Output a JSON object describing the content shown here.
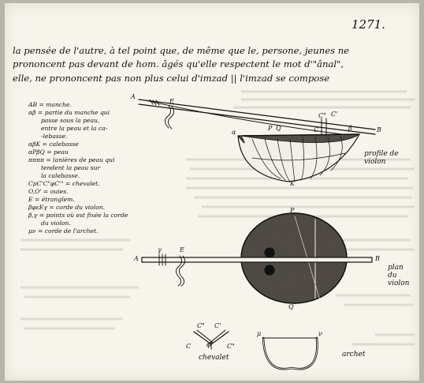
{
  "page_number": "1271.",
  "text_lines": [
    "la pensée de l'autre, à tel point que, de même que le, persone, jeunes ne",
    "prononcent pas devant de hom. âgés qu'elle respectent le mot d'\"ânal\",",
    "elle, ne prononcent pas non plus celui d'imzad || l'imzad se compose"
  ],
  "legend": [
    "AB = manche.",
    "αβ = partie du manche qui",
    "passe sous la peau,",
    "entre la peau et la ca-",
    "-lebasse.",
    "αβK = calebasse",
    "αPβQ = peau",
    "ππππ = lanières de peau qui",
    "tendent la peau sur",
    "la calebasse.",
    "CpC'C\"φC'\" = chevalet.",
    "O,O' = ouies.",
    "E = étranglem.",
    "βφεEγ = corde du violon.",
    "β,γ = points où est fixée la corde",
    "du violon.",
    "μν = corde de l'archet."
  ],
  "labels": {
    "profile_caption": "profile de violon",
    "plan_caption": "plan du violon",
    "chevalet_caption": "chevalet",
    "archet_caption": "archet",
    "A": "A",
    "B": "B",
    "E": "E",
    "C": "C",
    "C'": "C'",
    "C\"": "C\"",
    "P": "P",
    "Q": "Q",
    "K": "K",
    "alpha": "α",
    "beta": "β",
    "gamma": "γ",
    "mu": "μ",
    "nu": "ν",
    "phi": "φ"
  },
  "colors": {
    "ink": "#111111",
    "paper": "#f7f4ec",
    "shade": "#3a3530"
  }
}
